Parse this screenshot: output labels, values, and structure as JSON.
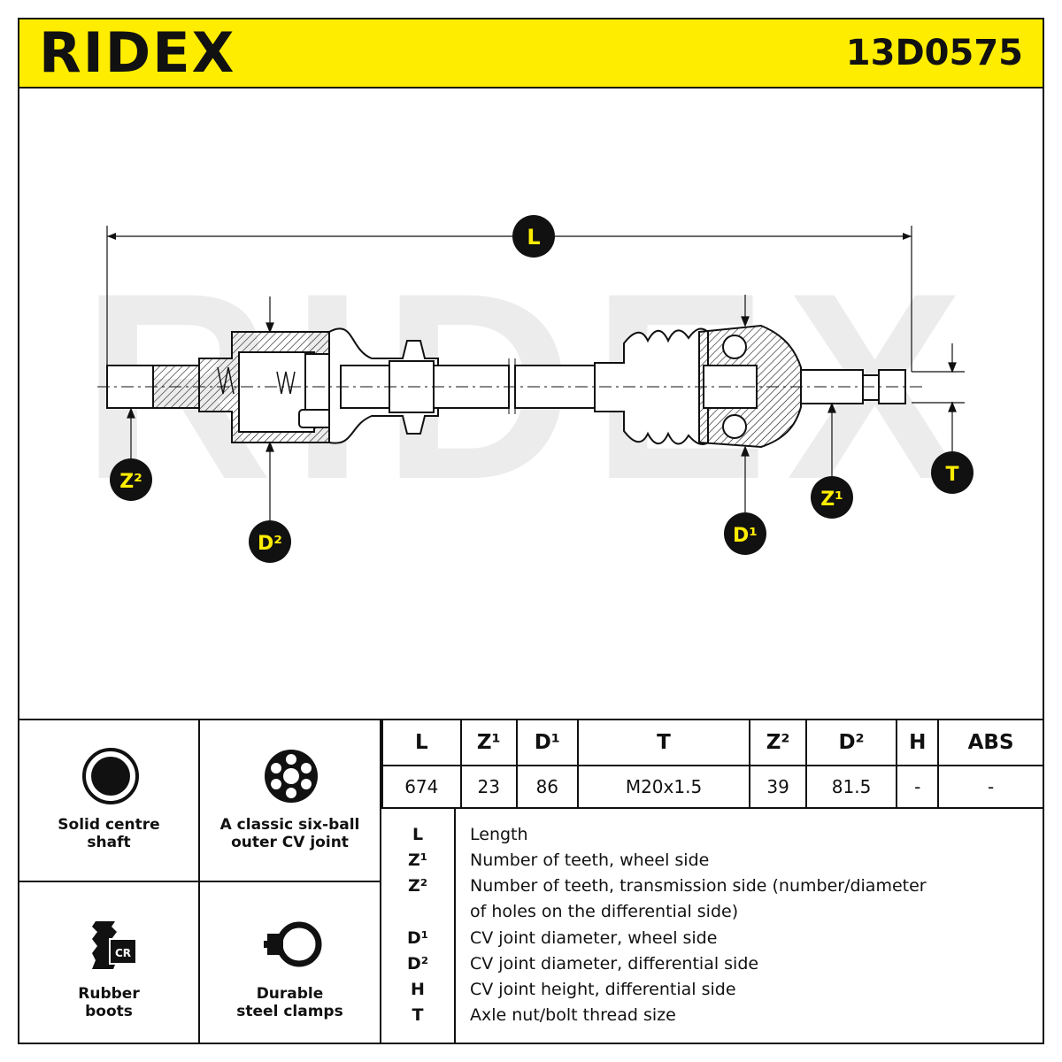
{
  "header": {
    "brand": "RIDEX",
    "part_number": "13D0575",
    "accent_color": "#ffed00"
  },
  "drawing": {
    "watermark": "RIDEX",
    "callouts": {
      "L": "L",
      "Z2": "Z²",
      "D2": "D²",
      "D1": "D¹",
      "Z1": "Z¹",
      "T": "T"
    }
  },
  "features": [
    {
      "icon": "solid-shaft-icon",
      "caption": "Solid centre\nshaft"
    },
    {
      "icon": "six-ball-joint-icon",
      "caption": "A classic six-ball\nouter CV joint"
    },
    {
      "icon": "rubber-boot-icon",
      "caption": "Rubber\nboots",
      "badge": "CR"
    },
    {
      "icon": "steel-clamp-icon",
      "caption": "Durable\nsteel clamps"
    }
  ],
  "spec_table": {
    "headers": [
      "L",
      "Z¹",
      "D¹",
      "T",
      "Z²",
      "D²",
      "H",
      "ABS"
    ],
    "values": [
      "674",
      "23",
      "86",
      "M20x1.5",
      "39",
      "81.5",
      "-",
      "-"
    ]
  },
  "legend": [
    {
      "key": "L",
      "desc": "Length"
    },
    {
      "key": "Z¹",
      "desc": "Number of teeth, wheel side"
    },
    {
      "key": "Z²",
      "desc": "Number of teeth, transmission side (number/diameter"
    },
    {
      "key": "",
      "desc": "of holes on the differential side)"
    },
    {
      "key": "D¹",
      "desc": "CV joint diameter, wheel side"
    },
    {
      "key": "D²",
      "desc": "CV joint diameter, differential side"
    },
    {
      "key": "H",
      "desc": "CV joint height, differential side"
    },
    {
      "key": "T",
      "desc": "Axle nut/bolt thread size"
    }
  ]
}
